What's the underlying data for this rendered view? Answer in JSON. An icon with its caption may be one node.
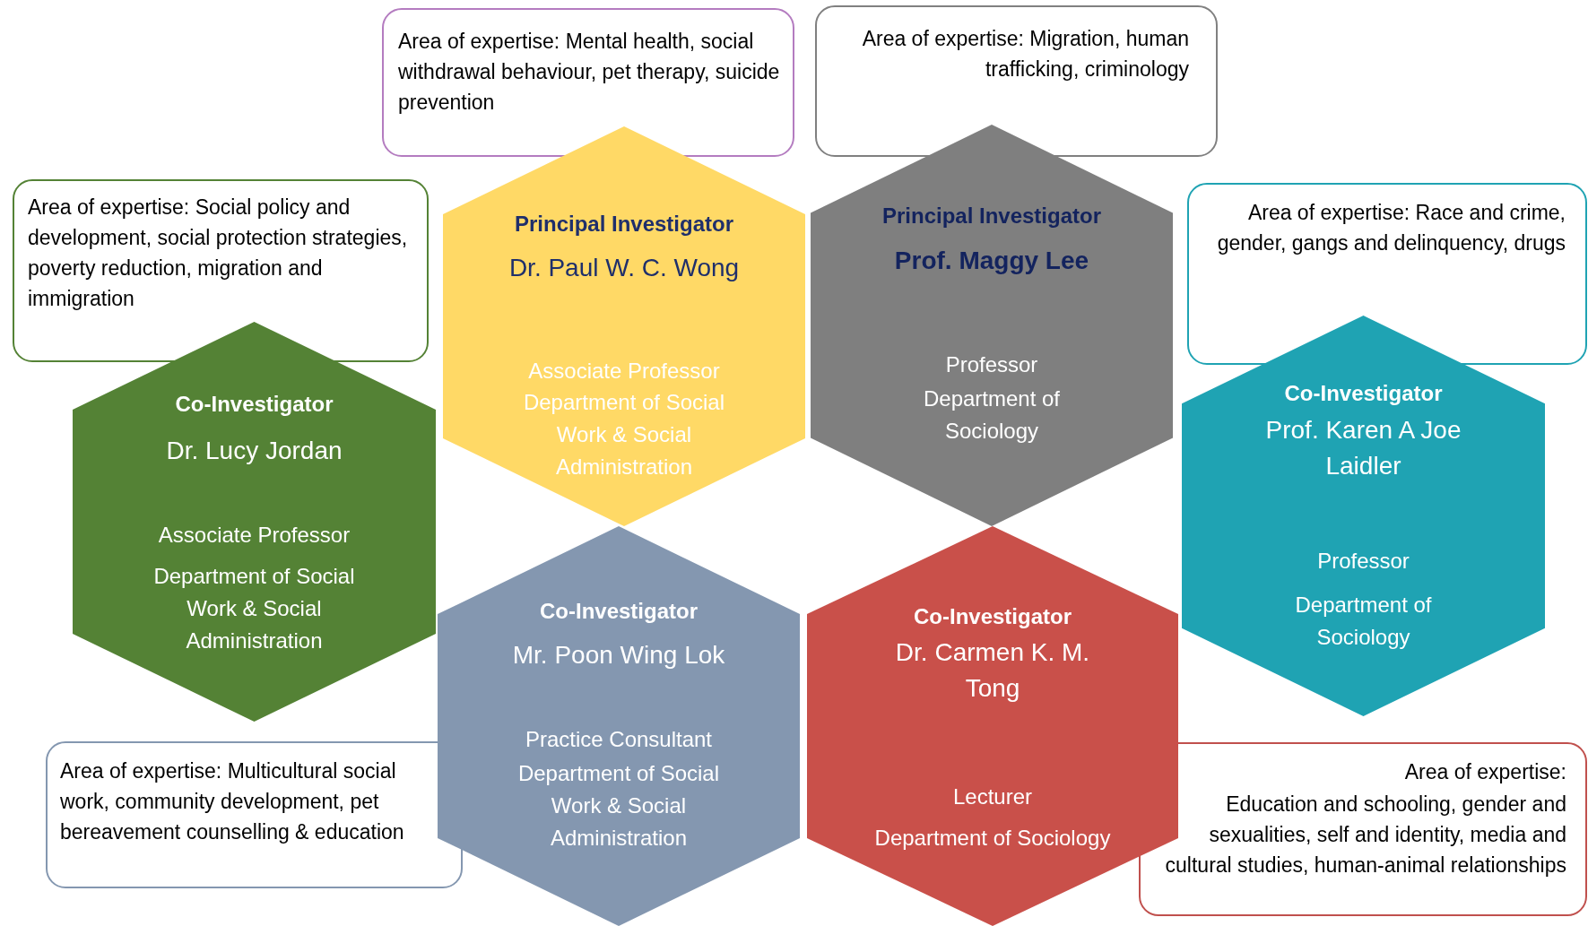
{
  "diagram": {
    "nodes": [
      {
        "text": [
          "Area of expertise: Mental health, social withdrawal behaviour, pet therapy, suicide prevention"
        ]
      },
      {
        "text": [
          "Area of expertise: Migration, human trafficking, criminology"
        ]
      },
      {
        "text": [
          "Area of expertise: Social policy and development, social protection strategies, poverty reduction, migration and immigration"
        ]
      },
      {
        "text": [
          "Principal Investigator",
          "Dr. Paul W. C. Wong",
          "Associate Professor",
          "Department of Social Work & Social Administration"
        ]
      },
      {
        "text": [
          "Principal Investigator",
          "Prof. Maggy Lee",
          "Professor",
          "Department of Sociology"
        ]
      },
      {
        "text": [
          "Area of expertise: Race and crime, gender, gangs and delinquency, drugs"
        ]
      },
      {
        "text": [
          "Co-Investigator",
          "Dr. Lucy Jordan",
          "Associate Professor",
          "Department of Social Work & Social Administration"
        ]
      },
      {
        "text": [
          "Co-Investigator",
          "Prof. Karen A Joe Laidler",
          "Professor",
          "Department of Sociology"
        ]
      },
      {
        "text": [
          "Co-Investigator",
          "Mr. Poon Wing Lok",
          "Practice Consultant",
          "Department of Social Work & Social Administration"
        ]
      },
      {
        "text": [
          "Co-Investigator",
          "Dr. Carmen K. M. Tong",
          "Lecturer",
          "Department of Sociology"
        ]
      },
      {
        "text": [
          "Area of expertise: Multicultural social work, community development, pet bereavement counselling & education"
        ]
      },
      {
        "text": [
          "Area of expertise:",
          "Education and schooling, gender and sexualities, self and identity, media and cultural studies, human-animal relationships"
        ]
      }
    ]
  }
}
